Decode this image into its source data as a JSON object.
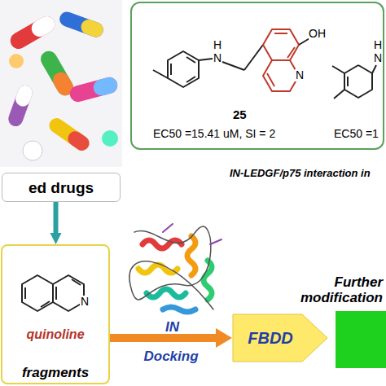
{
  "diagram": {
    "nodes": [
      {
        "text": [
          "25",
          "EC50 =15.41 uM, SI = 2",
          "EC50 =1"
        ]
      },
      {
        "text": [
          "ed drugs"
        ]
      },
      {
        "text": [
          "quinoline",
          "fragments"
        ]
      },
      {
        "text": [
          "FBDD"
        ]
      }
    ],
    "edges": [
      {
        "from": 1,
        "to": 2,
        "arrow": "to"
      },
      {
        "from": 2,
        "to": 3,
        "label": "Docking",
        "arrow": "to"
      }
    ],
    "labels": [
      "OH",
      "N",
      "H",
      "N",
      "H",
      "N",
      "N",
      "IN-LEDGF/p75 interaction in",
      "IN",
      "Further modification"
    ]
  }
}
